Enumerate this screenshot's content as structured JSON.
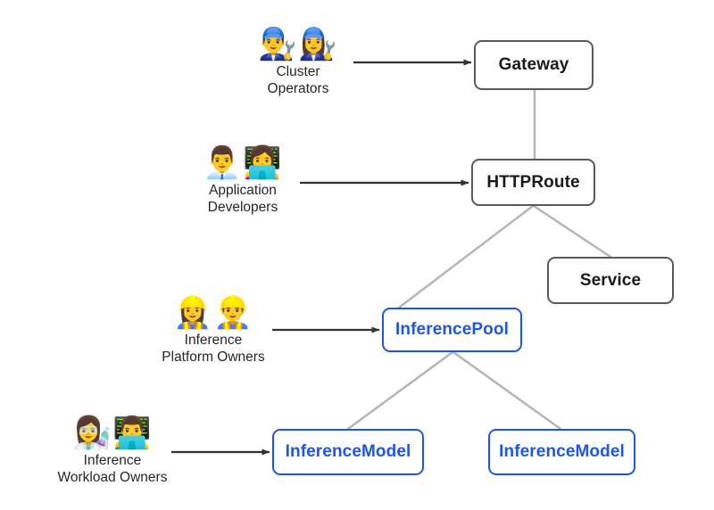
{
  "diagram": {
    "title": "Gateway API Inference Extension resource model and personas",
    "background": "#ffffff",
    "colors": {
      "core_border": "#58595b",
      "core_text": "#1a1a1a",
      "inference_blue": "#1f56e3",
      "edge_gray": "#b3b3b3",
      "arrow_dark": "#333333",
      "label_text": "#262626"
    },
    "personas": [
      {
        "id": "cluster-operators",
        "emoji": "👨‍🔧👩‍🔧",
        "emoji_name": "mechanic-pair-icon",
        "label": "Cluster\nOperators",
        "targets": "Gateway"
      },
      {
        "id": "application-developers",
        "emoji": "👨‍💼👩‍💻",
        "emoji_name": "office-worker-technologist-pair-icon",
        "label": "Application\nDevelopers",
        "targets": "HTTPRoute"
      },
      {
        "id": "inference-platform-owners",
        "emoji": "👷‍♀️👷‍♂️",
        "emoji_name": "construction-worker-pair-icon",
        "label": "Inference\nPlatform Owners",
        "targets": "InferencePool"
      },
      {
        "id": "inference-workload-owners",
        "emoji": "👩‍🔬👨‍💻",
        "emoji_name": "scientist-technologist-pair-icon",
        "label": "Inference\nWorkload Owners",
        "targets": "InferenceModel"
      }
    ],
    "nodes": [
      {
        "id": "gateway",
        "label": "Gateway",
        "kind": "core"
      },
      {
        "id": "httproute",
        "label": "HTTPRoute",
        "kind": "core"
      },
      {
        "id": "service",
        "label": "Service",
        "kind": "core"
      },
      {
        "id": "inferencepool",
        "label": "InferencePool",
        "kind": "infer"
      },
      {
        "id": "inferencemodel1",
        "label": "InferenceModel",
        "kind": "infer"
      },
      {
        "id": "inferencemodel2",
        "label": "InferenceModel",
        "kind": "infer"
      }
    ],
    "edges": [
      {
        "from": "gateway",
        "to": "httproute",
        "style": "plain"
      },
      {
        "from": "httproute",
        "to": "inferencepool",
        "style": "plain"
      },
      {
        "from": "httproute",
        "to": "service",
        "style": "plain"
      },
      {
        "from": "inferencepool",
        "to": "inferencemodel1",
        "style": "plain"
      },
      {
        "from": "inferencepool",
        "to": "inferencemodel2",
        "style": "plain"
      }
    ],
    "persona_arrows": [
      {
        "from": "cluster-operators",
        "to": "gateway"
      },
      {
        "from": "application-developers",
        "to": "httproute"
      },
      {
        "from": "inference-platform-owners",
        "to": "inferencepool"
      },
      {
        "from": "inference-workload-owners",
        "to": "inferencemodel1"
      }
    ]
  }
}
